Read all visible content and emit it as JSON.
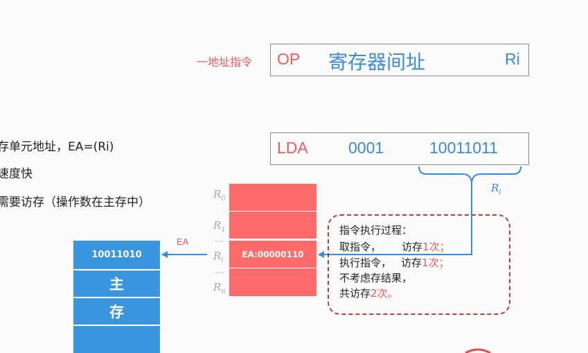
{
  "format": {
    "label": "一地址指令",
    "op": "OP",
    "mode": "寄存器间址",
    "reg": "Ri"
  },
  "instruction": {
    "op": "LDA",
    "mode_bits": "0001",
    "addr_bits": "10011011"
  },
  "brace_label": {
    "base": "R",
    "sub": "i"
  },
  "notes": [
    "存单元地址，EA=(Ri)",
    "速度快",
    "需要访存（操作数在主存中）"
  ],
  "registers": {
    "labels": [
      {
        "base": "R",
        "sub": "0"
      },
      {
        "base": "R",
        "sub": "1"
      },
      {
        "base": "…",
        "sub": ""
      },
      {
        "base": "R",
        "sub": "i"
      },
      {
        "base": "…",
        "sub": ""
      },
      {
        "base": "R",
        "sub": "n"
      }
    ],
    "ri_value": "EA:00000110"
  },
  "ea_label": "EA",
  "memory": {
    "top_value": "10011010",
    "char1": "主",
    "char2": "存"
  },
  "process": {
    "title": "指令执行过程：",
    "line1_a": "取指令，",
    "line1_b": "访存",
    "line1_c": "1次；",
    "line2_a": "执行指令，",
    "line2_b": "访存",
    "line2_c": "1次；",
    "line3": "不考虑存结果，",
    "line4_a": "共访存",
    "line4_b": "2次。"
  },
  "colors": {
    "accent_red": "#f05a5a",
    "accent_blue": "#3b8ad8",
    "register_fill": "#ff6b6b",
    "memory_fill": "#3a95df"
  }
}
